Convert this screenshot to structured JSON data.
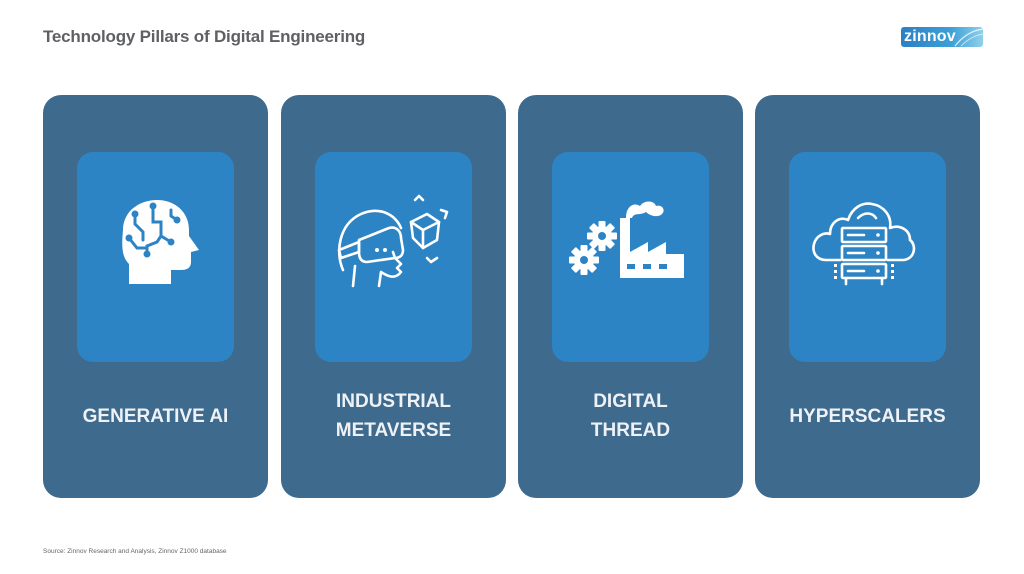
{
  "header": {
    "title": "Technology Pillars of Digital Engineering",
    "logo_text": "zinnov"
  },
  "colors": {
    "card_bg": "#3e6a8e",
    "icon_box_bg": "#2d84c5",
    "label_text": "#eef2f6",
    "title_text": "#5f6063"
  },
  "pillars": [
    {
      "line1": "GENERATIVE AI",
      "line2": "",
      "icon": "ai-head-circuit-icon"
    },
    {
      "line1": "INDUSTRIAL",
      "line2": "METAVERSE",
      "icon": "vr-headset-cube-icon"
    },
    {
      "line1": "DIGITAL",
      "line2": "THREAD",
      "icon": "factory-gears-icon"
    },
    {
      "line1": "HYPERSCALERS",
      "line2": "",
      "icon": "cloud-server-icon"
    }
  ],
  "footer": {
    "source": "Source: Zinnov Research and Analysis, Zinnov Z1000 database"
  }
}
